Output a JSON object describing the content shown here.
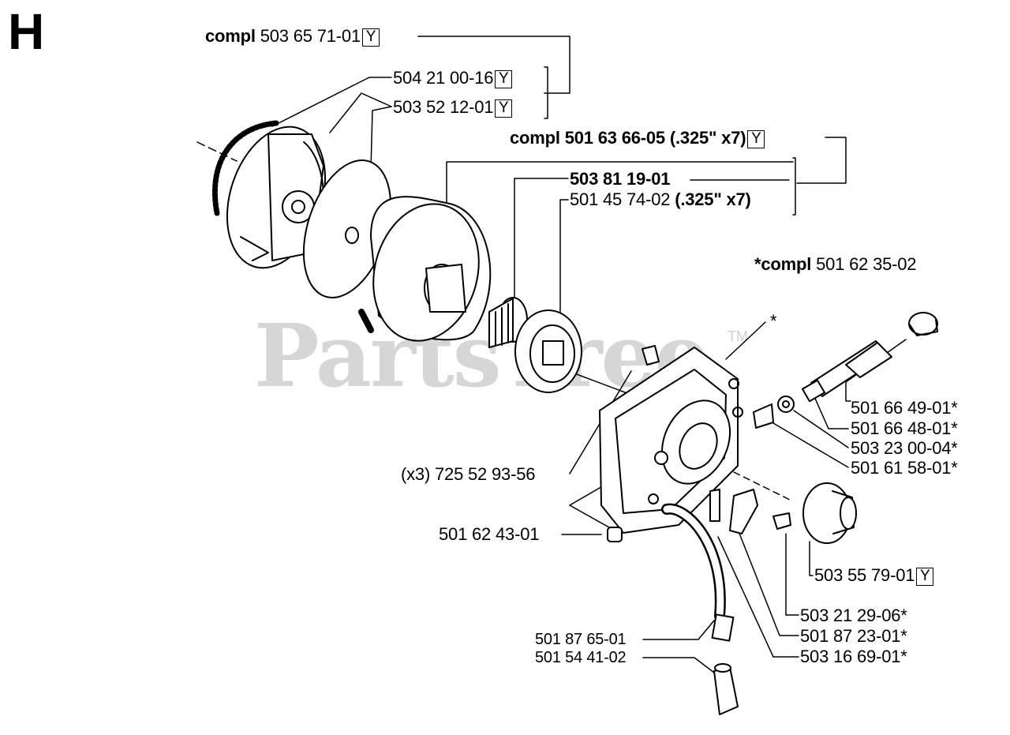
{
  "section": {
    "letter": "H"
  },
  "watermark": {
    "text": "PartsTree",
    "tm": "TM"
  },
  "labels": {
    "compl_clutch": {
      "prefix": "compl",
      "num": " 503 65 71-01",
      "y": "Y"
    },
    "spring": {
      "num": "504 21 00-16",
      "y": "Y"
    },
    "cover": {
      "num": "503 52 12-01",
      "y": "Y"
    },
    "compl_drum": {
      "text": "compl 501 63 66-05 (.325\" x7)",
      "y": "Y"
    },
    "bearing": {
      "text": "503 81 19-01"
    },
    "rim": {
      "num": "501 45 74-02 ",
      "bold": "(.325\" x7)"
    },
    "compl_pump": {
      "prefix": "*compl",
      "num": " 501 62 35-02"
    },
    "star": {
      "text": "*"
    },
    "p1": {
      "text": "501 66 49-01*"
    },
    "p2": {
      "text": "501 66 48-01*"
    },
    "p3": {
      "text": "503 23 00-04*"
    },
    "p4": {
      "text": "501 61 58-01*"
    },
    "screws": {
      "text": "(x3) 725 52 93-56"
    },
    "nut": {
      "text": "501 62 43-01"
    },
    "plug": {
      "num": "503 55 79-01",
      "y": "Y"
    },
    "p5": {
      "text": "503 21 29-06*"
    },
    "p6": {
      "text": "501 87 23-01*"
    },
    "p7": {
      "text": "503 16 69-01*"
    },
    "hose": {
      "text": "501 87 65-01"
    },
    "filter": {
      "text": "501 54 41-02"
    }
  },
  "colors": {
    "ink": "#000000",
    "watermark": "#d6d6d6"
  }
}
